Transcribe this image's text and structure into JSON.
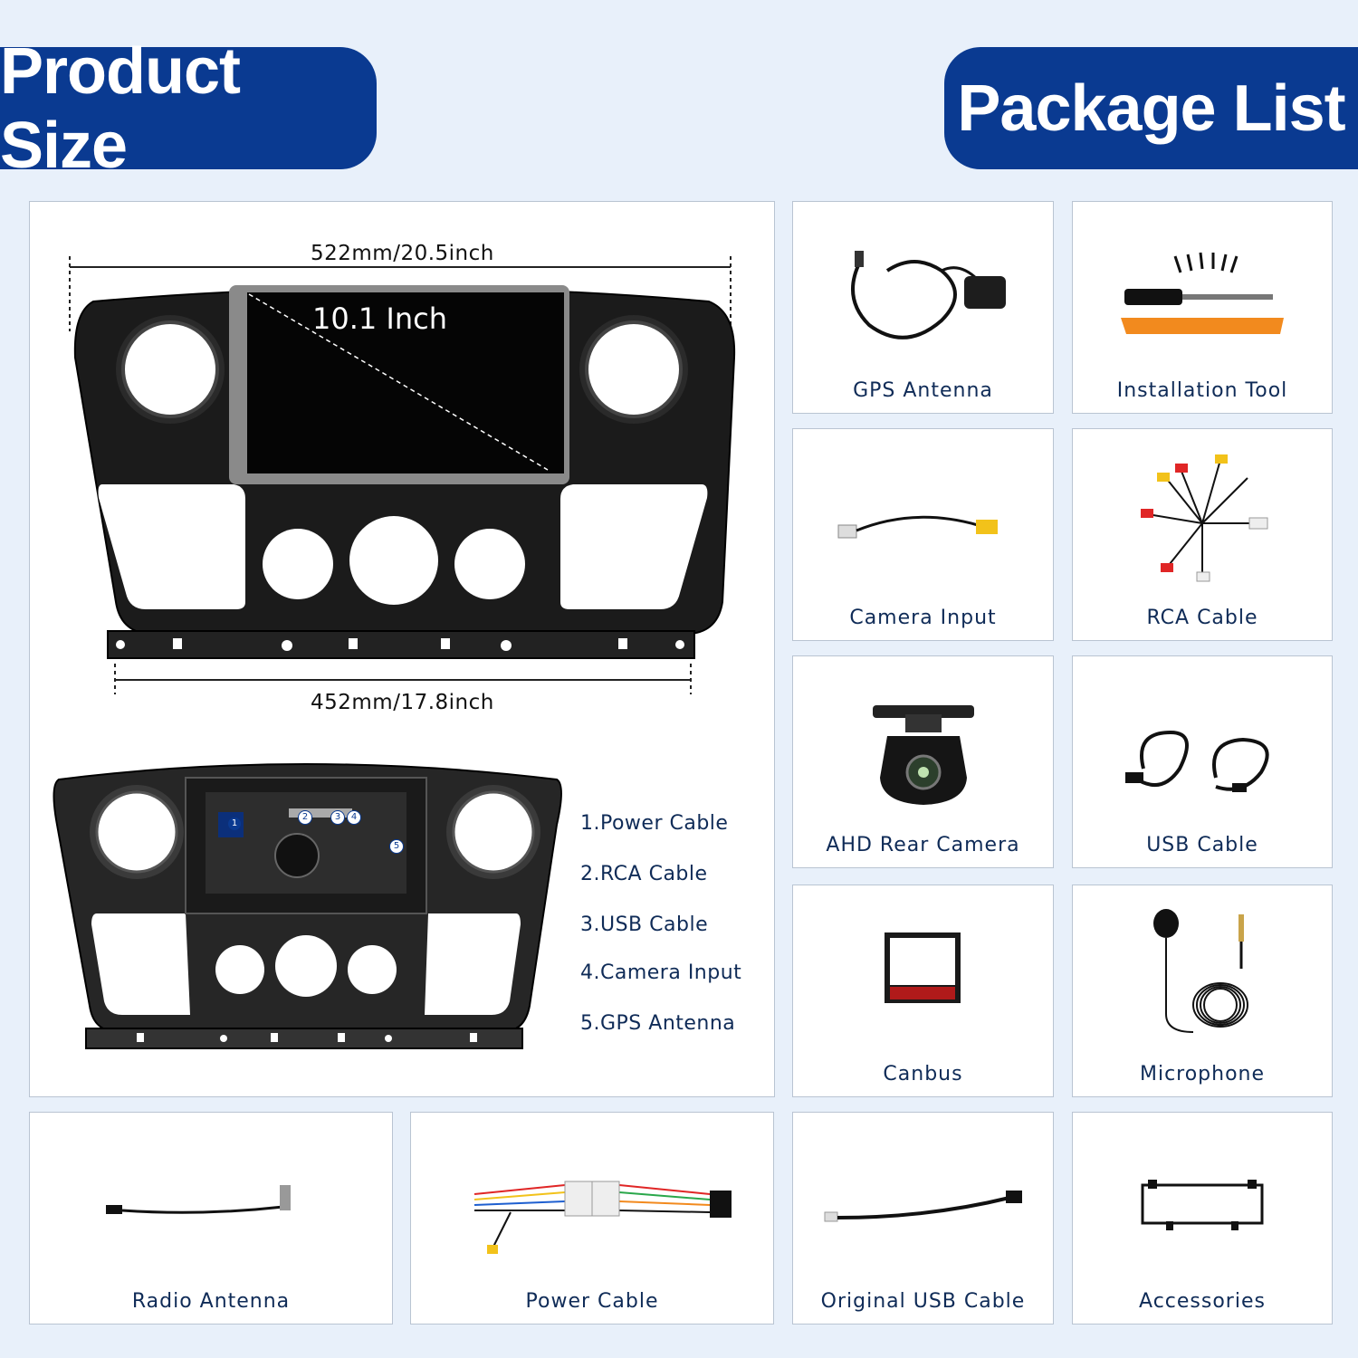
{
  "banners": {
    "left": "Product Size",
    "right": "Package List"
  },
  "dimensions": {
    "top_width": "522mm/20.5inch",
    "bottom_width": "452mm/17.8inch",
    "screen_size": "10.1 Inch"
  },
  "port_markers": [
    "1",
    "2",
    "3",
    "4",
    "5"
  ],
  "legend": [
    "1.Power Cable",
    "2.RCA Cable",
    "3.USB Cable",
    "4.Camera Input",
    "5.GPS Antenna"
  ],
  "package": [
    {
      "label": "GPS Antenna",
      "icon": "gps-antenna-icon"
    },
    {
      "label": "Installation Tool",
      "icon": "installation-tool-icon"
    },
    {
      "label": "Camera Input",
      "icon": "camera-input-cable-icon"
    },
    {
      "label": "RCA Cable",
      "icon": "rca-cable-icon"
    },
    {
      "label": "AHD Rear Camera",
      "icon": "rear-camera-icon"
    },
    {
      "label": "USB Cable",
      "icon": "usb-cable-icon"
    },
    {
      "label": "Canbus",
      "icon": "canbus-icon"
    },
    {
      "label": "Microphone",
      "icon": "microphone-icon"
    },
    {
      "label": "Radio Antenna",
      "icon": "radio-antenna-icon"
    },
    {
      "label": "Power Cable",
      "icon": "power-cable-icon"
    },
    {
      "label": "Original USB Cable",
      "icon": "original-usb-cable-icon"
    },
    {
      "label": "Accessories",
      "icon": "accessories-icon"
    }
  ],
  "colors": {
    "banner": "#0a3a91",
    "background": "#e8f0fa",
    "accent_orange": "#f28a1e"
  }
}
